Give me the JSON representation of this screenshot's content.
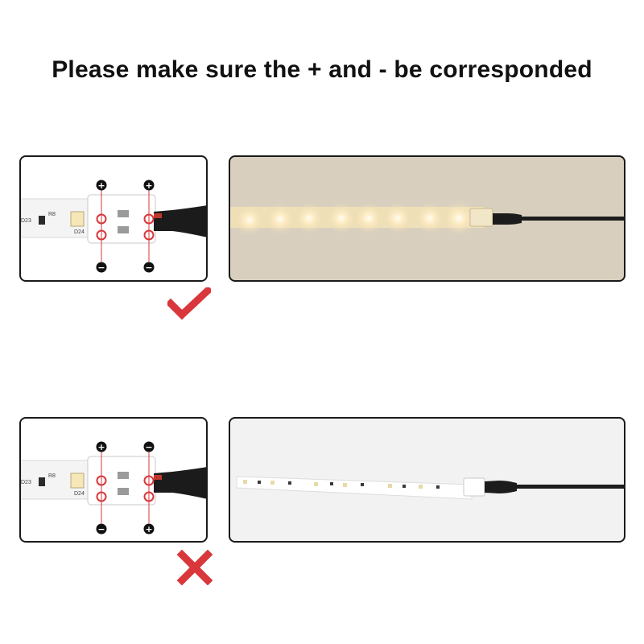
{
  "header": {
    "title": "Please make sure the + and - be corresponded"
  },
  "correct": {
    "strip_labels": {
      "ref_left": "D23",
      "resistor": "R8",
      "led": "D24"
    },
    "connector_symbols": {
      "left_top": "+",
      "left_bottom": "−",
      "right_top": "+",
      "right_bottom": "−"
    },
    "result_icon": "check-icon",
    "result_color": "#d9373b",
    "strip_state": "lit",
    "glow_color": "#fff4cf"
  },
  "incorrect": {
    "strip_labels": {
      "ref_left": "D23",
      "resistor": "R8",
      "led": "D24"
    },
    "connector_symbols": {
      "left_top": "+",
      "left_bottom": "−",
      "right_top": "−",
      "right_bottom": "+"
    },
    "result_icon": "cross-icon",
    "result_color": "#d9373b",
    "strip_state": "unlit"
  },
  "colors": {
    "marker_red": "#d9373b",
    "wire_black": "#1b1b1b",
    "symbol_bg": "#111111"
  }
}
